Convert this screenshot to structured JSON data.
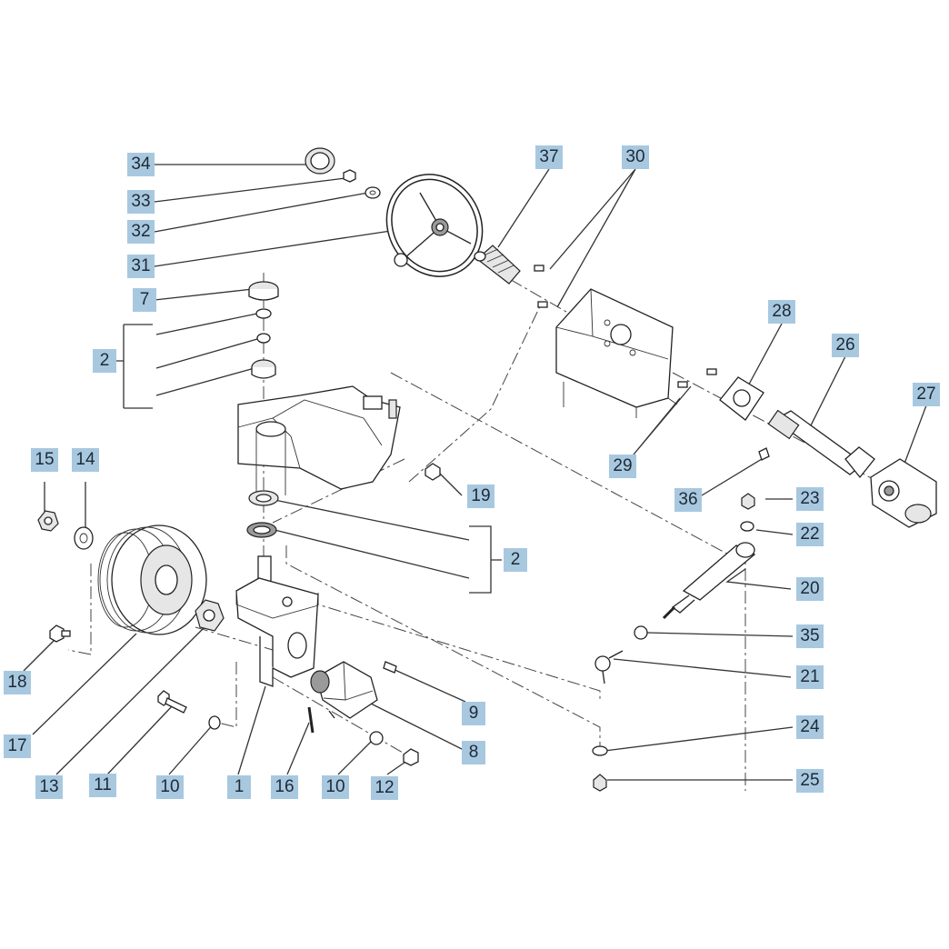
{
  "callouts": [
    {
      "id": "c34",
      "label": "34"
    },
    {
      "id": "c33",
      "label": "33"
    },
    {
      "id": "c32",
      "label": "32"
    },
    {
      "id": "c31",
      "label": "31"
    },
    {
      "id": "c7",
      "label": "7"
    },
    {
      "id": "c2a",
      "label": "2"
    },
    {
      "id": "c37",
      "label": "37"
    },
    {
      "id": "c30",
      "label": "30"
    },
    {
      "id": "c28",
      "label": "28"
    },
    {
      "id": "c26",
      "label": "26"
    },
    {
      "id": "c27",
      "label": "27"
    },
    {
      "id": "c29",
      "label": "29"
    },
    {
      "id": "c36",
      "label": "36"
    },
    {
      "id": "c15",
      "label": "15"
    },
    {
      "id": "c14",
      "label": "14"
    },
    {
      "id": "c19",
      "label": "19"
    },
    {
      "id": "c23",
      "label": "23"
    },
    {
      "id": "c22",
      "label": "22"
    },
    {
      "id": "c2b",
      "label": "2"
    },
    {
      "id": "c20",
      "label": "20"
    },
    {
      "id": "c35",
      "label": "35"
    },
    {
      "id": "c21",
      "label": "21"
    },
    {
      "id": "c18",
      "label": "18"
    },
    {
      "id": "c9",
      "label": "9"
    },
    {
      "id": "c8",
      "label": "8"
    },
    {
      "id": "c24",
      "label": "24"
    },
    {
      "id": "c17",
      "label": "17"
    },
    {
      "id": "c13",
      "label": "13"
    },
    {
      "id": "c11",
      "label": "11"
    },
    {
      "id": "c10a",
      "label": "10"
    },
    {
      "id": "c1",
      "label": "1"
    },
    {
      "id": "c16",
      "label": "16"
    },
    {
      "id": "c10b",
      "label": "10"
    },
    {
      "id": "c12",
      "label": "12"
    },
    {
      "id": "c25",
      "label": "25"
    }
  ]
}
